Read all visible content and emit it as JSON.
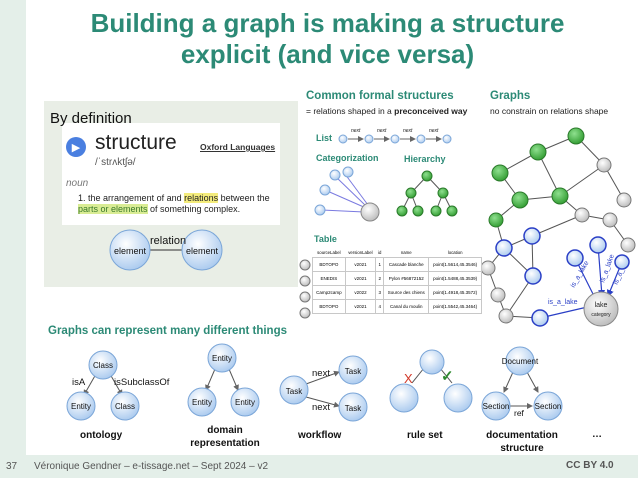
{
  "slide": {
    "title_line1": "Building a graph is making a structure",
    "title_line2": "explicit (and vice versa)",
    "page_number": "37",
    "footer": "Véronique Gendner – e-tissage.net – Sept 2024 – v2",
    "license": "CC BY 4.0"
  },
  "definition": {
    "heading": "By definition",
    "word": "structure",
    "source": "Oxford Languages",
    "phonetic": "/ˈstrʌktʃə/",
    "part_of_speech": "noun",
    "sense_number": "1.",
    "sense_part1": "the arrangement of and ",
    "sense_relations": "relations",
    "sense_part2": " between the ",
    "sense_parts": "parts or elements",
    "sense_part3": " of something complex.",
    "relation_label": "relation",
    "node_left": "element",
    "node_right": "element"
  },
  "formal": {
    "heading": "Common formal structures",
    "subtitle_pre": "= relations shaped in a ",
    "subtitle_bold": "preconceived way",
    "list_label": "List",
    "list_edge_label": "next",
    "categorization_label": "Categorization",
    "hierarchy_label": "Hierarchy",
    "table_label": "Table",
    "table": {
      "headers": [
        "sourceLabel",
        "versionLabel",
        "id",
        "name",
        "location"
      ],
      "rows": [
        [
          "BDTOPO",
          "v2021",
          "1",
          "Cascade blanche",
          "point(1.5614,45.3546)"
        ],
        [
          "ENEDIS",
          "v2021",
          "2",
          "Pylon #56872152",
          "point(1.5488,45.3539)"
        ],
        [
          "Camp2camp",
          "v2022",
          "3",
          "Source des chiens",
          "point(1.4918,45.3572)"
        ],
        [
          "BDTOPO",
          "v2021",
          "4",
          "Canal du moulin",
          "point(1.5542,45.3464)"
        ]
      ]
    }
  },
  "graphs": {
    "heading": "Graphs",
    "subtitle": "no constrain on relations shape",
    "edge_label": "is_a_lake",
    "category_label": "lake",
    "category_sublabel": "category"
  },
  "examples": {
    "heading": "Graphs can represent many different things",
    "ontology": {
      "label": "ontology",
      "top": "Class",
      "left": "Entity",
      "right": "Class",
      "edge_left": "isA",
      "edge_right": "isSubclassOf"
    },
    "domain": {
      "label_line1": "domain",
      "label_line2": "representation",
      "top": "Entity",
      "left": "Entity",
      "right": "Entity"
    },
    "workflow": {
      "label": "workflow",
      "start": "Task",
      "top": "Task",
      "bottom": "Task",
      "edge_top": "next",
      "edge_bottom": "next"
    },
    "ruleset": {
      "label": "rule set",
      "cross": "X",
      "check": "✓"
    },
    "documentation": {
      "label_line1": "documentation",
      "label_line2": "structure",
      "top": "Document",
      "left": "Section",
      "right": "Section",
      "edge": "ref"
    },
    "more": "…"
  },
  "colors": {
    "title": "#2c8a76",
    "node_blue": "#b9d7f6",
    "node_green": "#3cab3c",
    "node_grey": "#c9c9c9",
    "node_dark_blue": "#2a3fc6",
    "strip": "#e4efe9"
  }
}
